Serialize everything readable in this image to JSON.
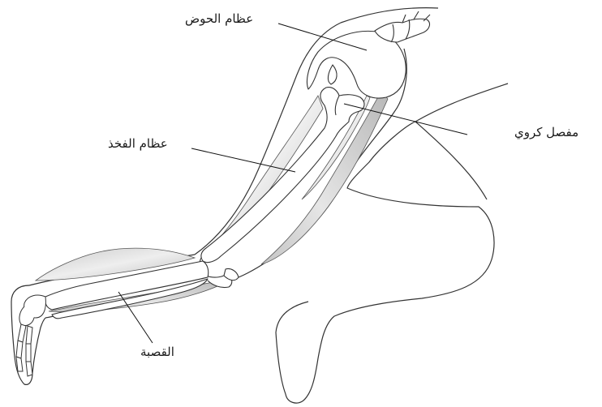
{
  "labels": {
    "pelvis": "عظام الحوض",
    "femur": "عظام الفخذ",
    "ball_joint": "مفصل كروي",
    "tibia": "القصبة"
  }
}
